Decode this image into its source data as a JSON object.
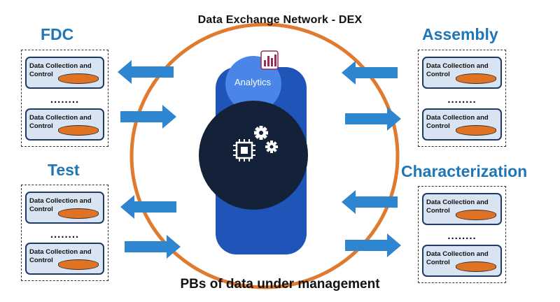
{
  "title": "Data Exchange Network - DEX",
  "footer": "PBs of data under management",
  "center": {
    "analytics_label": "Analytics"
  },
  "groups": {
    "fdc": {
      "label": "FDC",
      "items": [
        "Data Collection and\nControl",
        "Data Collection and\nControl"
      ],
      "separator": "........"
    },
    "test": {
      "label": "Test",
      "items": [
        "Data Collection and\nControl",
        "Data Collection and\nControl"
      ],
      "separator": "........"
    },
    "assembly": {
      "label": "Assembly",
      "items": [
        "Data Collection and\nControl",
        "Data Collection and\nControl"
      ],
      "separator": "........"
    },
    "characterization": {
      "label": "Characterization",
      "items": [
        "Data Collection and\nControl",
        "Data Collection and\nControl"
      ],
      "separator": "........"
    }
  },
  "colors": {
    "ring": "#e07a2e",
    "arrow": "#2e86d1",
    "label": "#1f76b8",
    "pill": "#1f55b8",
    "dark_circle": "#132238",
    "cylinder": "#e07224"
  },
  "icons": [
    "bar-chart-icon",
    "chip-icon",
    "gears-icon"
  ]
}
